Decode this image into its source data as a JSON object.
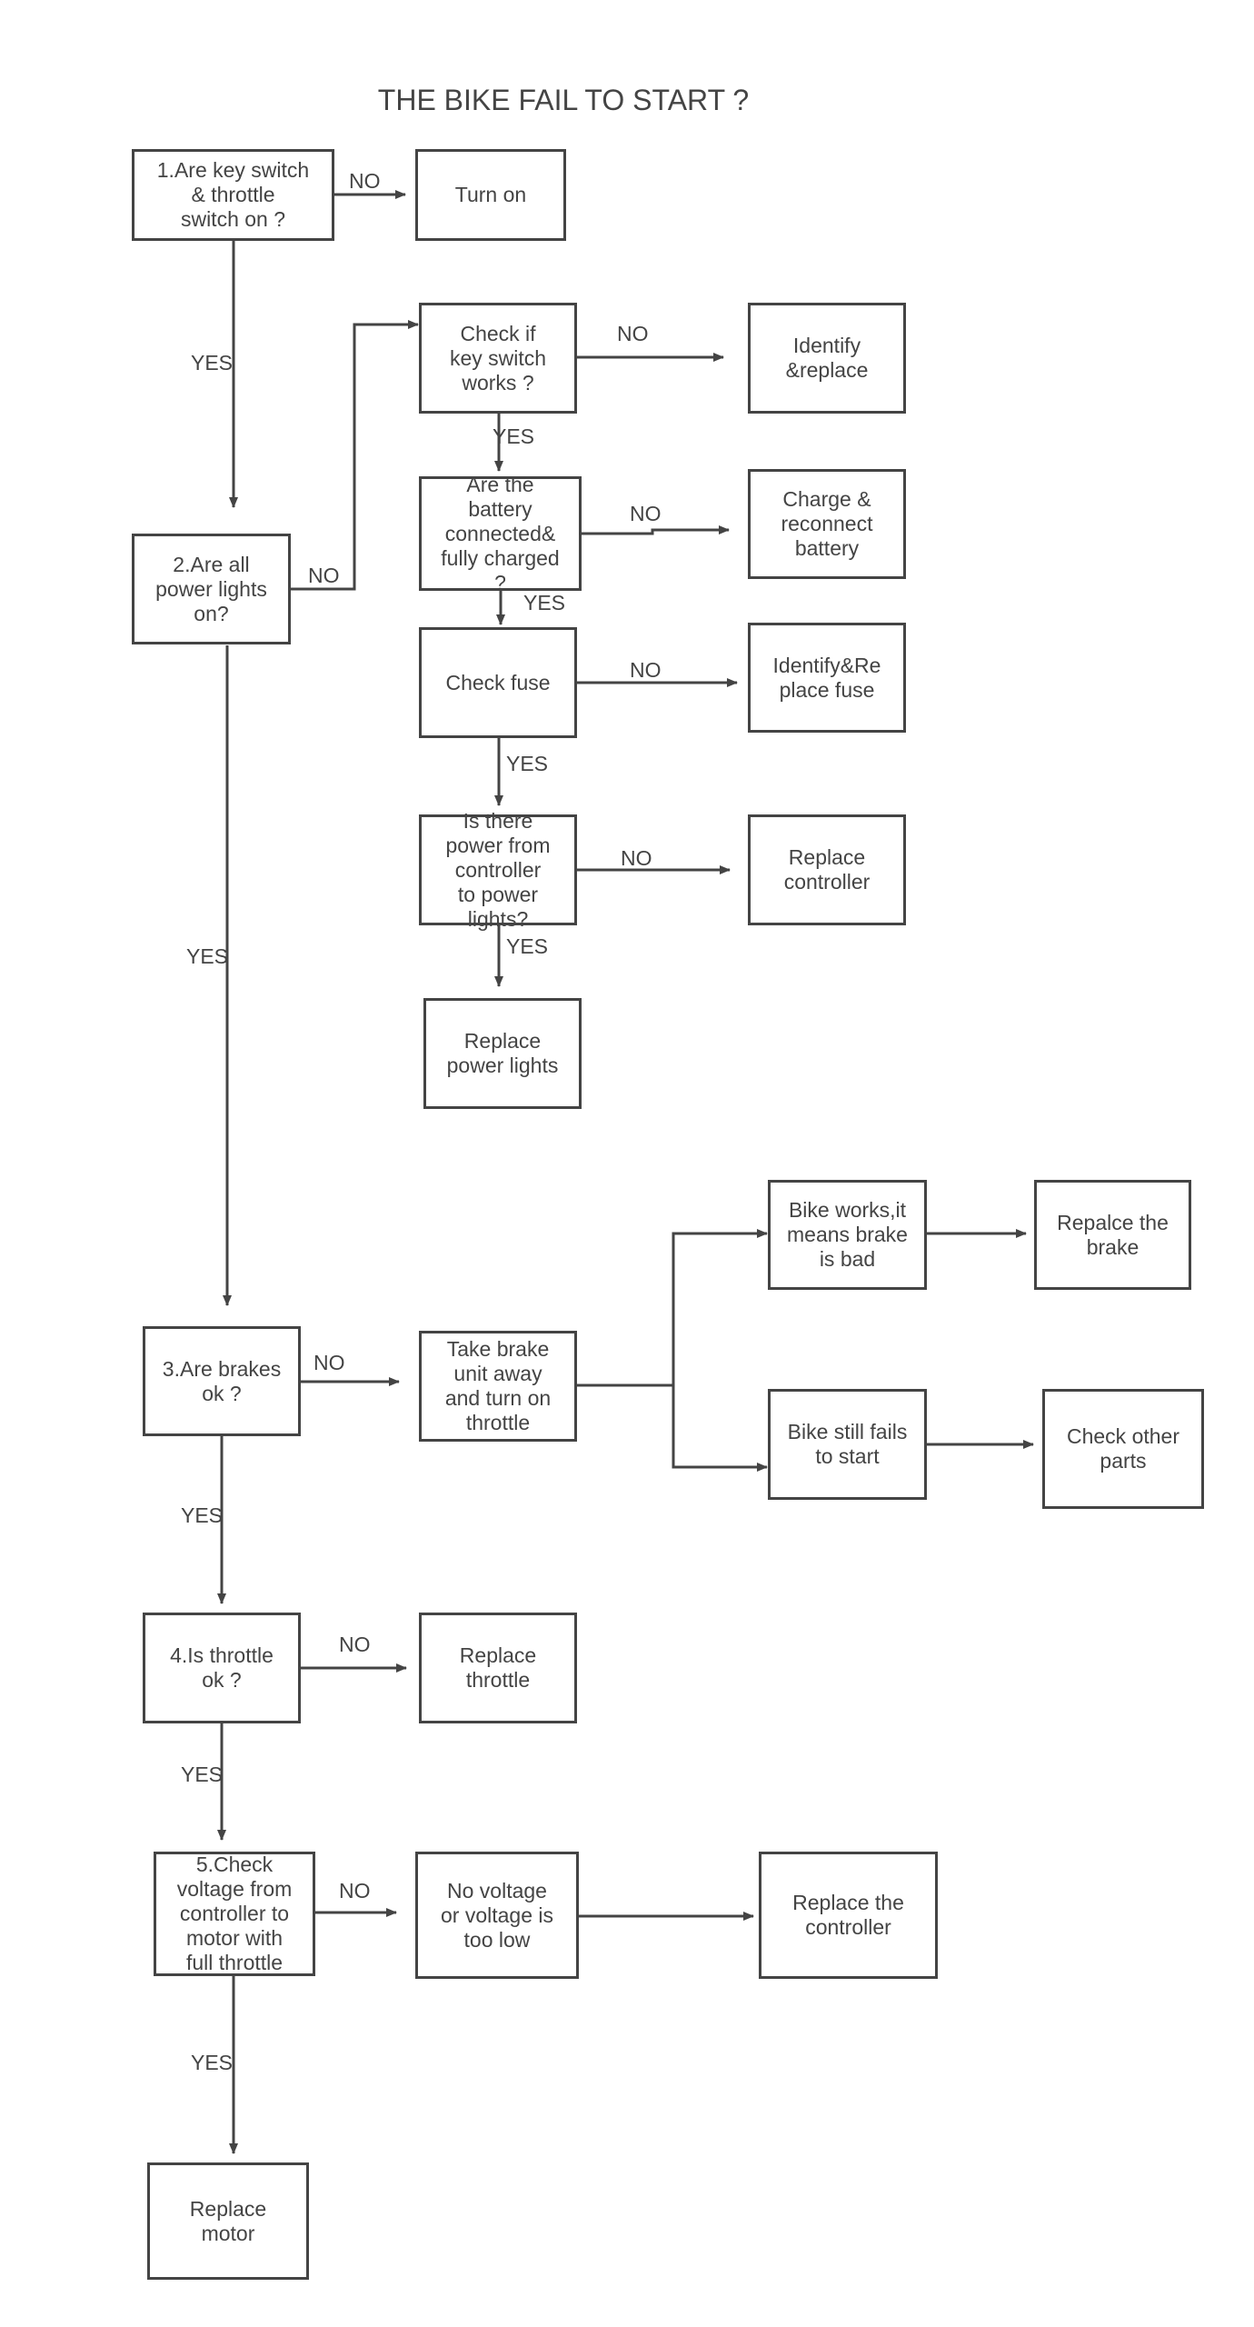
{
  "title": "THE BIKE FAIL TO START ?",
  "nodes": {
    "q1": "1.Are key switch\n& throttle\nswitch on ?",
    "turn_on": "Turn on",
    "q2": "2.Are all\npower lights\non?",
    "check_key": "Check if\nkey switch\nworks ?",
    "identify_replace": "Identify\n&replace",
    "battery": "Are the\nbattery\nconnected&\nfully charged\n?",
    "charge": "Charge &\nreconnect\nbattery",
    "check_fuse": "Check fuse",
    "replace_fuse": "Identify&Re\nplace fuse",
    "power_ctrl": "Is there\npower from\ncontroller\nto power\nlights?",
    "replace_ctrl_1": "Replace\ncontroller",
    "replace_lights": "Replace\npower lights",
    "q3": "3.Are brakes\nok ?",
    "take_brake": "Take brake\nunit away\nand turn on\nthrottle",
    "bike_works": "Bike works,it\nmeans brake\nis bad",
    "replace_brake": "Repalce the\nbrake",
    "still_fails": "Bike still fails\nto start",
    "check_other": "Check other\nparts",
    "q4": "4.Is throttle\nok ?",
    "replace_throttle": "Replace\nthrottle",
    "q5": "5.Check\nvoltage from\ncontroller to\nmotor with\nfull throttle",
    "no_voltage": "No voltage\nor voltage is\ntoo low",
    "replace_ctrl_2": "Replace the\ncontroller",
    "replace_motor": "Replace\nmotor"
  },
  "labels": {
    "yes": "YES",
    "no": "NO"
  }
}
